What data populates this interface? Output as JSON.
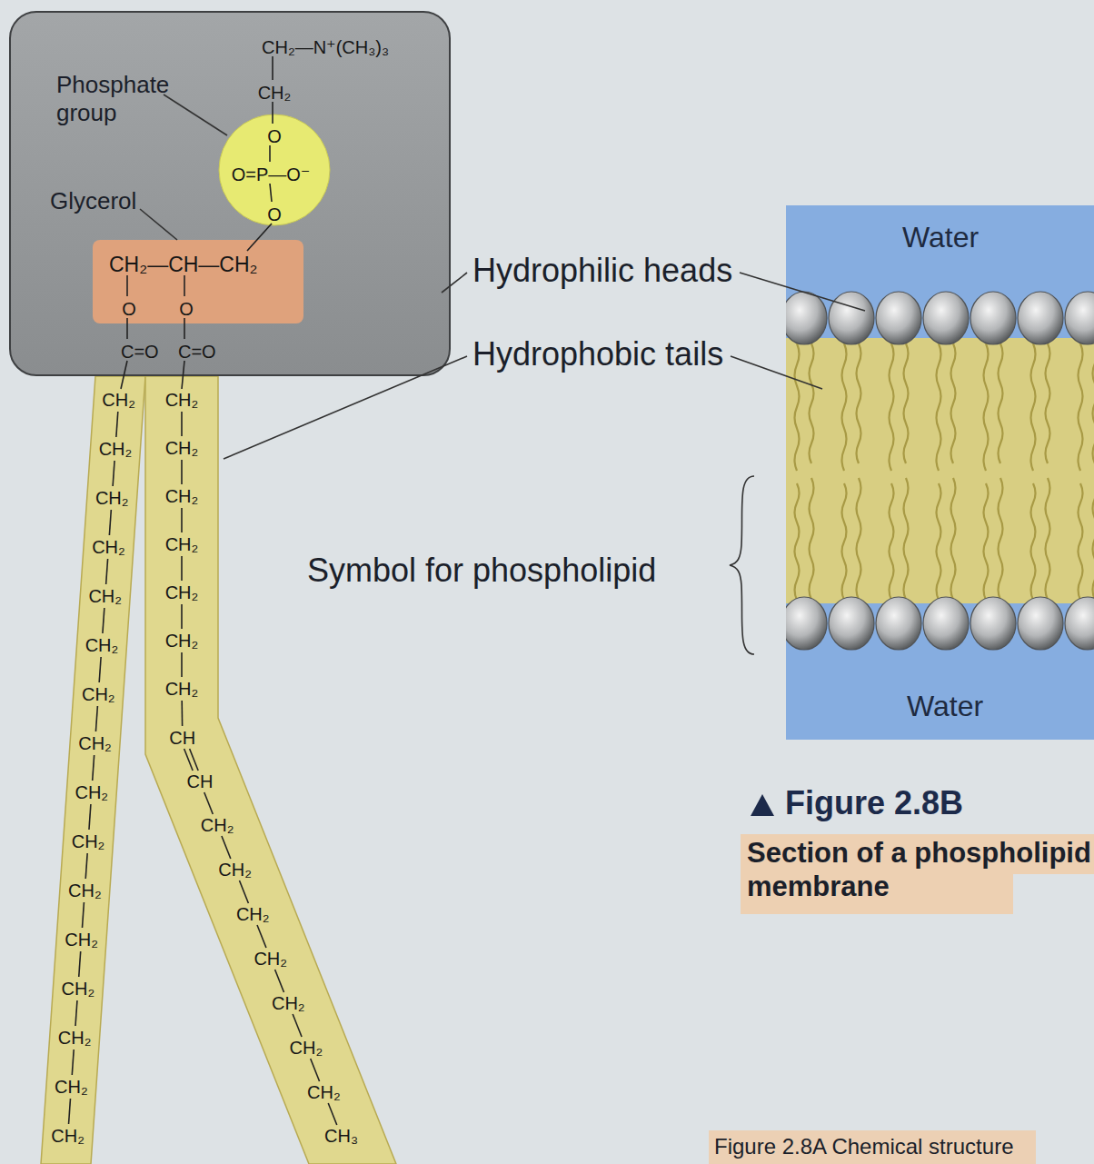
{
  "diagram": {
    "caption": "Figure 2.8B",
    "nodes": [
      {
        "text": [
          "CH₂—N⁺(CH₃)₃",
          "CH₂",
          "O",
          "O",
          "C=O",
          "C=O"
        ]
      },
      {
        "text": [
          "O",
          "O=P—O⁻",
          "O"
        ],
        "in": 0
      },
      {
        "text": [
          "CH₂—CH—CH₂"
        ],
        "in": 0
      },
      {
        "text": [
          "CH₂",
          "CH₂",
          "CH₂",
          "CH₂",
          "CH₂",
          "CH₂",
          "CH₂",
          "CH₂",
          "CH₂",
          "CH₂",
          "CH₂",
          "CH₂",
          "CH₂",
          "CH₂",
          "CH₂",
          "CH₂"
        ]
      },
      {
        "text": [
          "CH₂",
          "CH₂",
          "CH₂",
          "CH₂",
          "CH₂",
          "CH₂",
          "CH₂",
          "CH",
          "CH",
          "CH₂",
          "CH₂",
          "CH₂",
          "CH₂",
          "CH₂",
          "CH₂",
          "CH₂",
          "CH₃"
        ]
      },
      {
        "text": [
          "Water",
          "Water"
        ]
      }
    ],
    "labels": [
      "Phosphate group",
      "Glycerol",
      "Hydrophilic heads",
      "Hydrophobic tails",
      "Symbol for phospholipid",
      "Section of a phospholipid membrane",
      "Figure 2.8A Chemical structure"
    ]
  }
}
